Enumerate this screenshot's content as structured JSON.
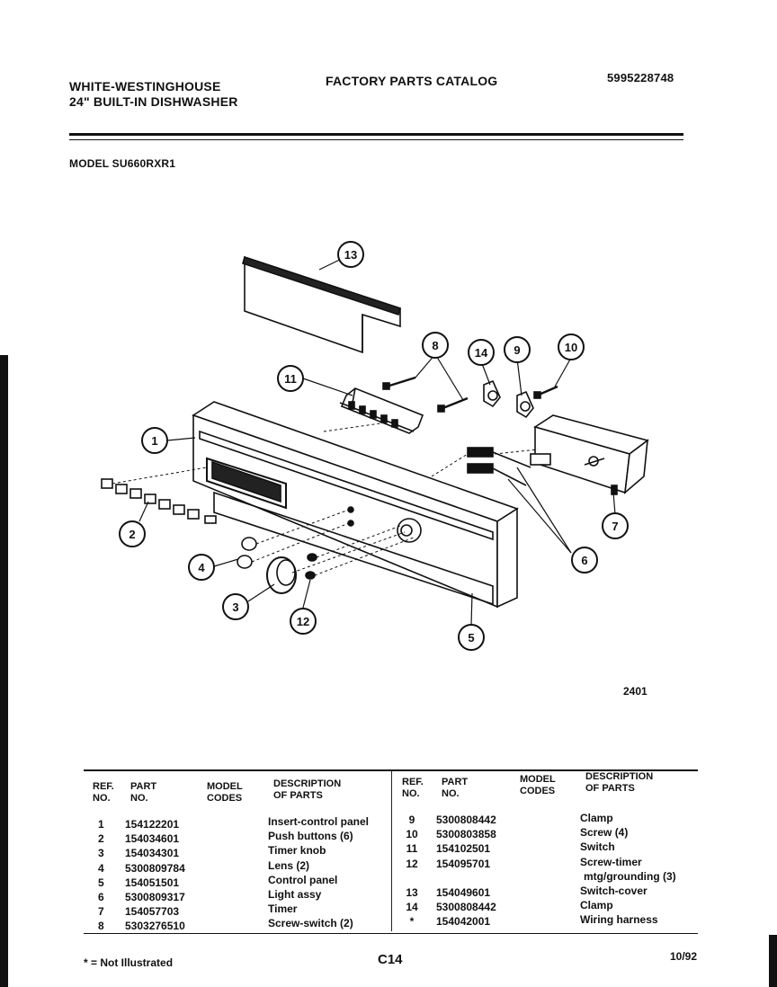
{
  "header": {
    "brand": "WHITE-WESTINGHOUSE",
    "product": "24\" BUILT-IN DISHWASHER",
    "catalog_title": "FACTORY PARTS CATALOG",
    "catalog_number": "5995228748",
    "model": "MODEL SU660RXR1"
  },
  "diagram": {
    "figure_number": "2401",
    "callouts": [
      "1",
      "2",
      "3",
      "4",
      "5",
      "6",
      "7",
      "8",
      "9",
      "10",
      "11",
      "12",
      "13",
      "14"
    ]
  },
  "table": {
    "headers": {
      "ref": "REF. NO.",
      "part": "PART NO.",
      "model_codes": "MODEL CODES",
      "description": "DESCRIPTION OF PARTS"
    },
    "left": [
      {
        "ref": "1",
        "part": "154122201",
        "model": "",
        "desc": "Insert-control panel"
      },
      {
        "ref": "2",
        "part": "154034601",
        "model": "",
        "desc": "Push buttons (6)"
      },
      {
        "ref": "3",
        "part": "154034301",
        "model": "",
        "desc": "Timer knob"
      },
      {
        "ref": "4",
        "part": "5300809784",
        "model": "",
        "desc": "Lens (2)"
      },
      {
        "ref": "5",
        "part": "154051501",
        "model": "",
        "desc": "Control panel"
      },
      {
        "ref": "6",
        "part": "5300809317",
        "model": "",
        "desc": "Light assy"
      },
      {
        "ref": "7",
        "part": "154057703",
        "model": "",
        "desc": "Timer"
      },
      {
        "ref": "8",
        "part": "5303276510",
        "model": "",
        "desc": "Screw-switch (2)"
      }
    ],
    "right": [
      {
        "ref": "9",
        "part": "5300808442",
        "model": "",
        "desc": "Clamp"
      },
      {
        "ref": "10",
        "part": "5300803858",
        "model": "",
        "desc": "Screw (4)"
      },
      {
        "ref": "11",
        "part": "154102501",
        "model": "",
        "desc": "Switch"
      },
      {
        "ref": "12",
        "part": "154095701",
        "model": "",
        "desc": "Screw-timer"
      },
      {
        "ref": "",
        "part": "",
        "model": "",
        "desc": "mtg/grounding (3)"
      },
      {
        "ref": "13",
        "part": "154049601",
        "model": "",
        "desc": "Switch-cover"
      },
      {
        "ref": "14",
        "part": "5300808442",
        "model": "",
        "desc": "Clamp"
      },
      {
        "ref": "*",
        "part": "154042001",
        "model": "",
        "desc": "Wiring harness"
      }
    ]
  },
  "footer": {
    "not_illustrated": "* = Not Illustrated",
    "page": "C14",
    "date": "10/92"
  }
}
